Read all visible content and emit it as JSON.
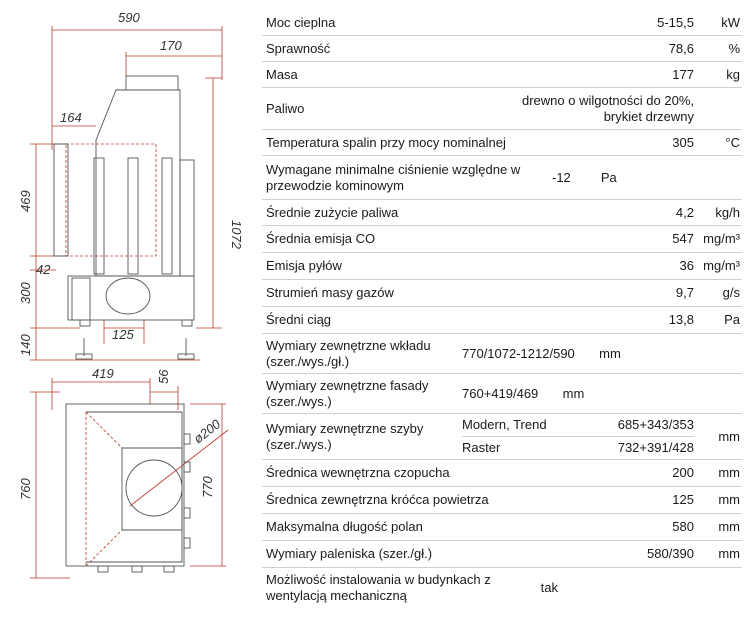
{
  "drawing": {
    "dims": {
      "w_total": "590",
      "w_top": "170",
      "w_left": "164",
      "h_glass": "469",
      "h_total": "1072",
      "h_42": "42",
      "h_300": "300",
      "w_125": "125",
      "h_140": "140",
      "w_419": "419",
      "w_56": "56",
      "h_760": "760",
      "h_770": "770",
      "d_200": "ø200"
    }
  },
  "specs": {
    "rows": [
      {
        "name": "Moc cieplna",
        "value": "5-15,5",
        "unit": "kW"
      },
      {
        "name": "Sprawność",
        "value": "78,6",
        "unit": "%"
      },
      {
        "name": "Masa",
        "value": "177",
        "unit": "kg"
      },
      {
        "name": "Paliwo",
        "value": "drewno o wilgotności do 20%, brykiet drzewny",
        "unit": ""
      },
      {
        "name": "Temperatura spalin przy mocy nominalnej",
        "value": "305",
        "unit": "°C"
      },
      {
        "name": "Wymagane minimalne ciśnienie względne w przewodzie kominowym",
        "value": "-12",
        "unit": "Pa"
      },
      {
        "name": "Średnie zużycie paliwa",
        "value": "4,2",
        "unit": "kg/h"
      },
      {
        "name": "Średnia emisja CO",
        "value": "547",
        "unit": "mg/m³"
      },
      {
        "name": "Emisja pyłów",
        "value": "36",
        "unit": "mg/m³"
      },
      {
        "name": "Strumień masy gazów",
        "value": "9,7",
        "unit": "g/s"
      },
      {
        "name": "Średni ciąg",
        "value": "13,8",
        "unit": "Pa"
      },
      {
        "name": "Wymiary zewnętrzne wkładu (szer./wys./gł.)",
        "value": "770/1072-1212/590",
        "unit": "mm"
      },
      {
        "name": "Wymiary zewnętrzne fasady (szer./wys.)",
        "value": "760+419/469",
        "unit": "mm"
      }
    ],
    "glass": {
      "name": "Wymiary zewnętrzne szyby (szer./wys.)",
      "unit": "mm",
      "variants": [
        {
          "label": "Modern, Trend",
          "value": "685+343/353"
        },
        {
          "label": "Raster",
          "value": "732+391/428"
        }
      ]
    },
    "rows2": [
      {
        "name": "Średnica wewnętrzna czopucha",
        "value": "200",
        "unit": "mm"
      },
      {
        "name": "Średnica zewnętrzna króćca powietrza",
        "value": "125",
        "unit": "mm"
      },
      {
        "name": "Maksymalna długość polan",
        "value": "580",
        "unit": "mm"
      },
      {
        "name": "Wymiary paleniska (szer./gł.)",
        "value": "580/390",
        "unit": "mm"
      },
      {
        "name": "Możliwość instalowania w budynkach z wentylacją mechaniczną",
        "value": "",
        "unit": "tak"
      }
    ]
  }
}
